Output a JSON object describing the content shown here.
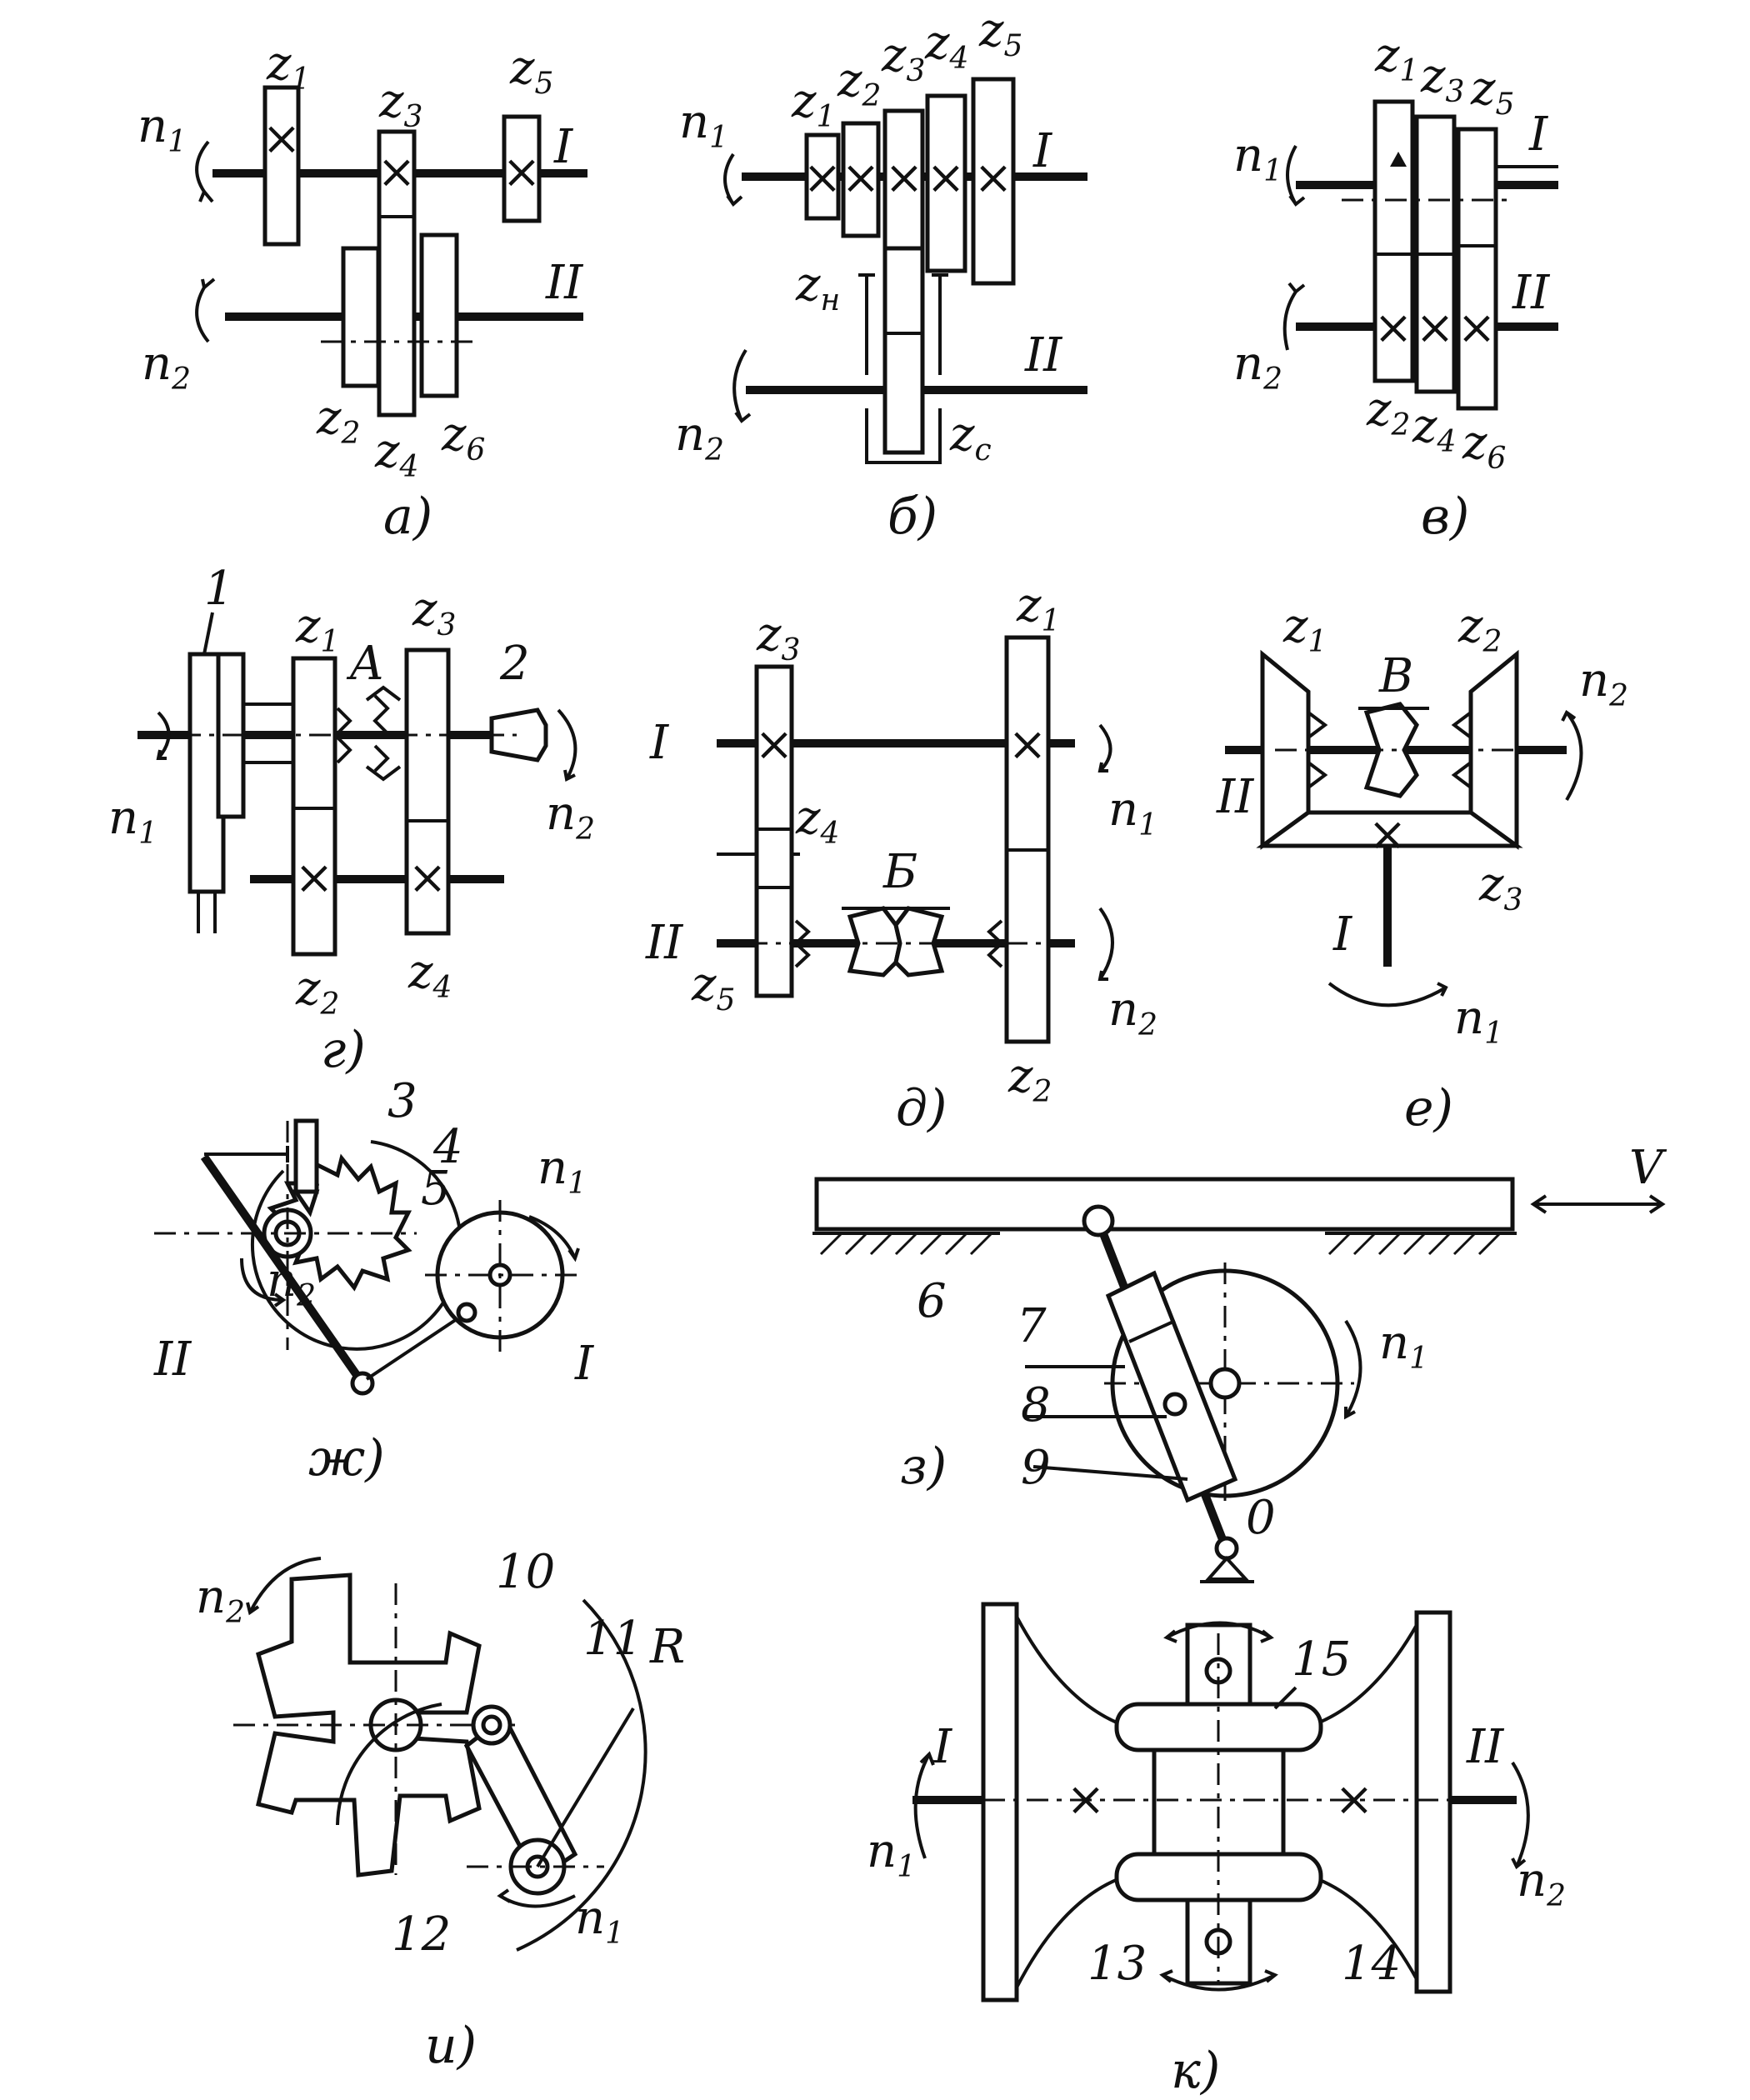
{
  "panels": [
    {
      "caption": "а)",
      "labels": [
        "z1",
        "z3",
        "z5",
        "z2",
        "z4",
        "z6",
        "n1",
        "n2",
        "I",
        "II"
      ]
    },
    {
      "caption": "б)",
      "labels": [
        "z1",
        "z2",
        "z3",
        "z4",
        "z5",
        "zн",
        "zс",
        "n1",
        "n2",
        "I",
        "II"
      ]
    },
    {
      "caption": "в)",
      "labels": [
        "z1",
        "z3",
        "z5",
        "z2",
        "z4",
        "z6",
        "n1",
        "n2",
        "I",
        "II"
      ]
    },
    {
      "caption": "г)",
      "labels": [
        "1",
        "2",
        "z1",
        "z2",
        "z3",
        "z4",
        "A",
        "n1",
        "n2"
      ]
    },
    {
      "caption": "д)",
      "labels": [
        "z1",
        "z2",
        "z3",
        "z4",
        "z5",
        "Б",
        "n1",
        "n2",
        "I",
        "II"
      ]
    },
    {
      "caption": "е)",
      "labels": [
        "z1",
        "z2",
        "z3",
        "B",
        "n1",
        "n2",
        "I",
        "II"
      ]
    },
    {
      "caption": "ж)",
      "labels": [
        "3",
        "4",
        "5",
        "n1",
        "n2",
        "I",
        "II"
      ]
    },
    {
      "caption": "з)",
      "labels": [
        "6",
        "7",
        "8",
        "9",
        "0",
        "n1",
        "V"
      ]
    },
    {
      "caption": "и)",
      "labels": [
        "10",
        "11",
        "12",
        "R",
        "n1",
        "n2"
      ]
    },
    {
      "caption": "к)",
      "labels": [
        "13",
        "14",
        "15",
        "n1",
        "n2",
        "I",
        "II"
      ]
    }
  ],
  "text": {
    "z1": "z",
    "z1s": "1",
    "z2": "z",
    "z2s": "2",
    "z3": "z",
    "z3s": "3",
    "z4": "z",
    "z4s": "4",
    "z5": "z",
    "z5s": "5",
    "z6": "z",
    "z6s": "6",
    "zH": "z",
    "zHs": "н",
    "zC": "z",
    "zCs": "с",
    "n": "n",
    "n1s": "1",
    "n2s": "2",
    "I": "I",
    "II": "II",
    "A": "A",
    "B_cyr": "Б",
    "B": "B",
    "V": "V",
    "l1": "1",
    "l2": "2",
    "l3": "3",
    "l4": "4",
    "l5": "5",
    "l6": "6",
    "l7": "7",
    "l8": "8",
    "l9": "9",
    "l0": "0",
    "l10": "10",
    "l11": "11",
    "l12": "12",
    "l13": "13",
    "l14": "14",
    "l15": "15",
    "R": "R",
    "cap_a": "а)",
    "cap_b": "б)",
    "cap_v": "в)",
    "cap_g": "г)",
    "cap_d": "д)",
    "cap_e": "е)",
    "cap_zh": "ж)",
    "cap_z": "з)",
    "cap_i": "и)",
    "cap_k": "к)"
  }
}
